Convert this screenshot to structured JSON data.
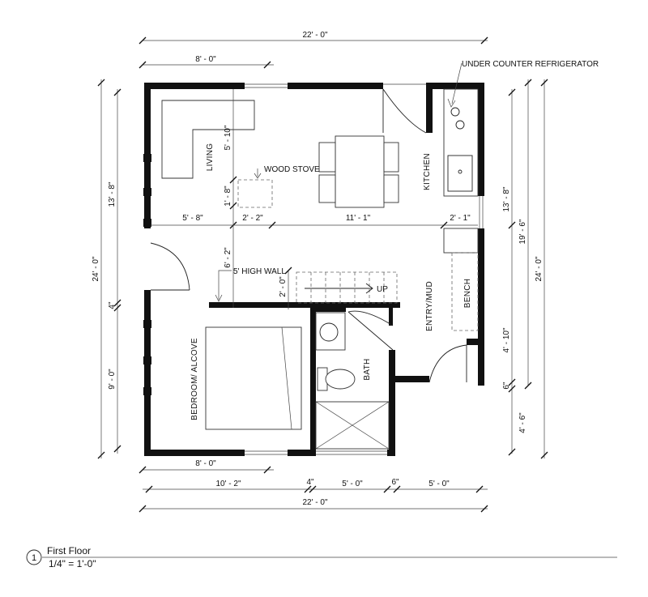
{
  "drawing": {
    "dimensions": {
      "overall_top": "22' - 0\"",
      "top_window_offset": "8' - 0\"",
      "left_overall": "24' - 0\"",
      "left_upper": "13' - 8\"",
      "left_wall_gap": "4\"",
      "left_lower": "9' - 0\"",
      "right_upper": "13' - 8\"",
      "right_mid": "19' - 6\"",
      "right_overall": "24' - 0\"",
      "right_entry": "4' - 10\"",
      "right_small": "6\"",
      "right_lower": "4' - 6\"",
      "bottom_window_offset": "8' - 0\"",
      "bottom_seg_1": "10' - 2\"",
      "bottom_seg_2": "4\"",
      "bottom_seg_3": "5' - 0\"",
      "bottom_seg_4": "6\"",
      "bottom_seg_5": "5' - 0\"",
      "overall_bottom": "22' - 0\"",
      "interior_living": "5' - 10\"",
      "interior_stove": "1' - 8\"",
      "row_seg_1": "5' - 8\"",
      "row_seg_2": "2' - 2\"",
      "row_seg_3": "11' - 1\"",
      "row_seg_4": "2' - 1\"",
      "stair_offset": "6' - 2\"",
      "wall_gap": "2' - 0\""
    },
    "rooms": {
      "living": "LIVING",
      "kitchen": "KITCHEN",
      "bedroom": "BEDROOM/ ALCOVE",
      "bath": "BATH",
      "entry": "ENTRY/MUD",
      "bench": "BENCH"
    },
    "notes": {
      "wood_stove": "WOOD STOVE",
      "high_wall": "5' HIGH WALL",
      "refrigerator": "UNDER COUNTER REFRIGERATOR",
      "stair_up": "UP"
    },
    "title_block": {
      "number": "1",
      "title": "First Floor",
      "scale": "1/4\" = 1'-0\""
    }
  }
}
